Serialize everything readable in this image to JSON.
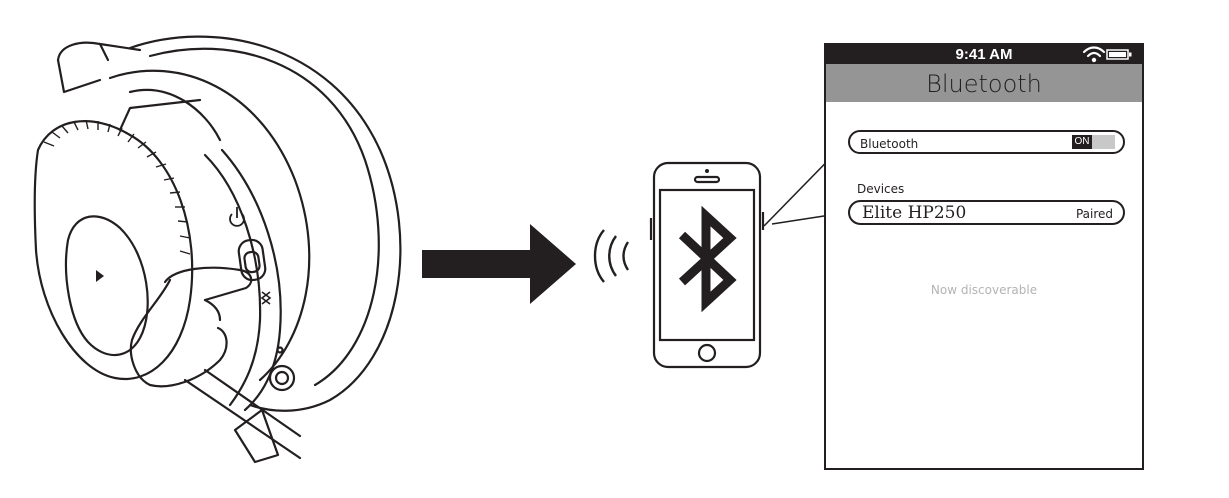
{
  "screen": {
    "status_time": "9:41 AM",
    "title": "Bluetooth",
    "bluetooth_row": {
      "label": "Bluetooth",
      "toggle": "ON"
    },
    "devices_heading": "Devices",
    "device": {
      "name": "Elite HP250",
      "status": "Paired"
    },
    "discoverable_text": "Now discoverable"
  },
  "icons": [
    "headset-illustration",
    "arrow-right-icon",
    "signal-waves-icon",
    "bluetooth-icon",
    "wifi-icon",
    "battery-icon",
    "power-icon"
  ],
  "colors": {
    "ink": "#231f20",
    "title_bar": "#959595",
    "toggle_off": "#c8c8c8",
    "muted_text": "#b3b3b3"
  }
}
